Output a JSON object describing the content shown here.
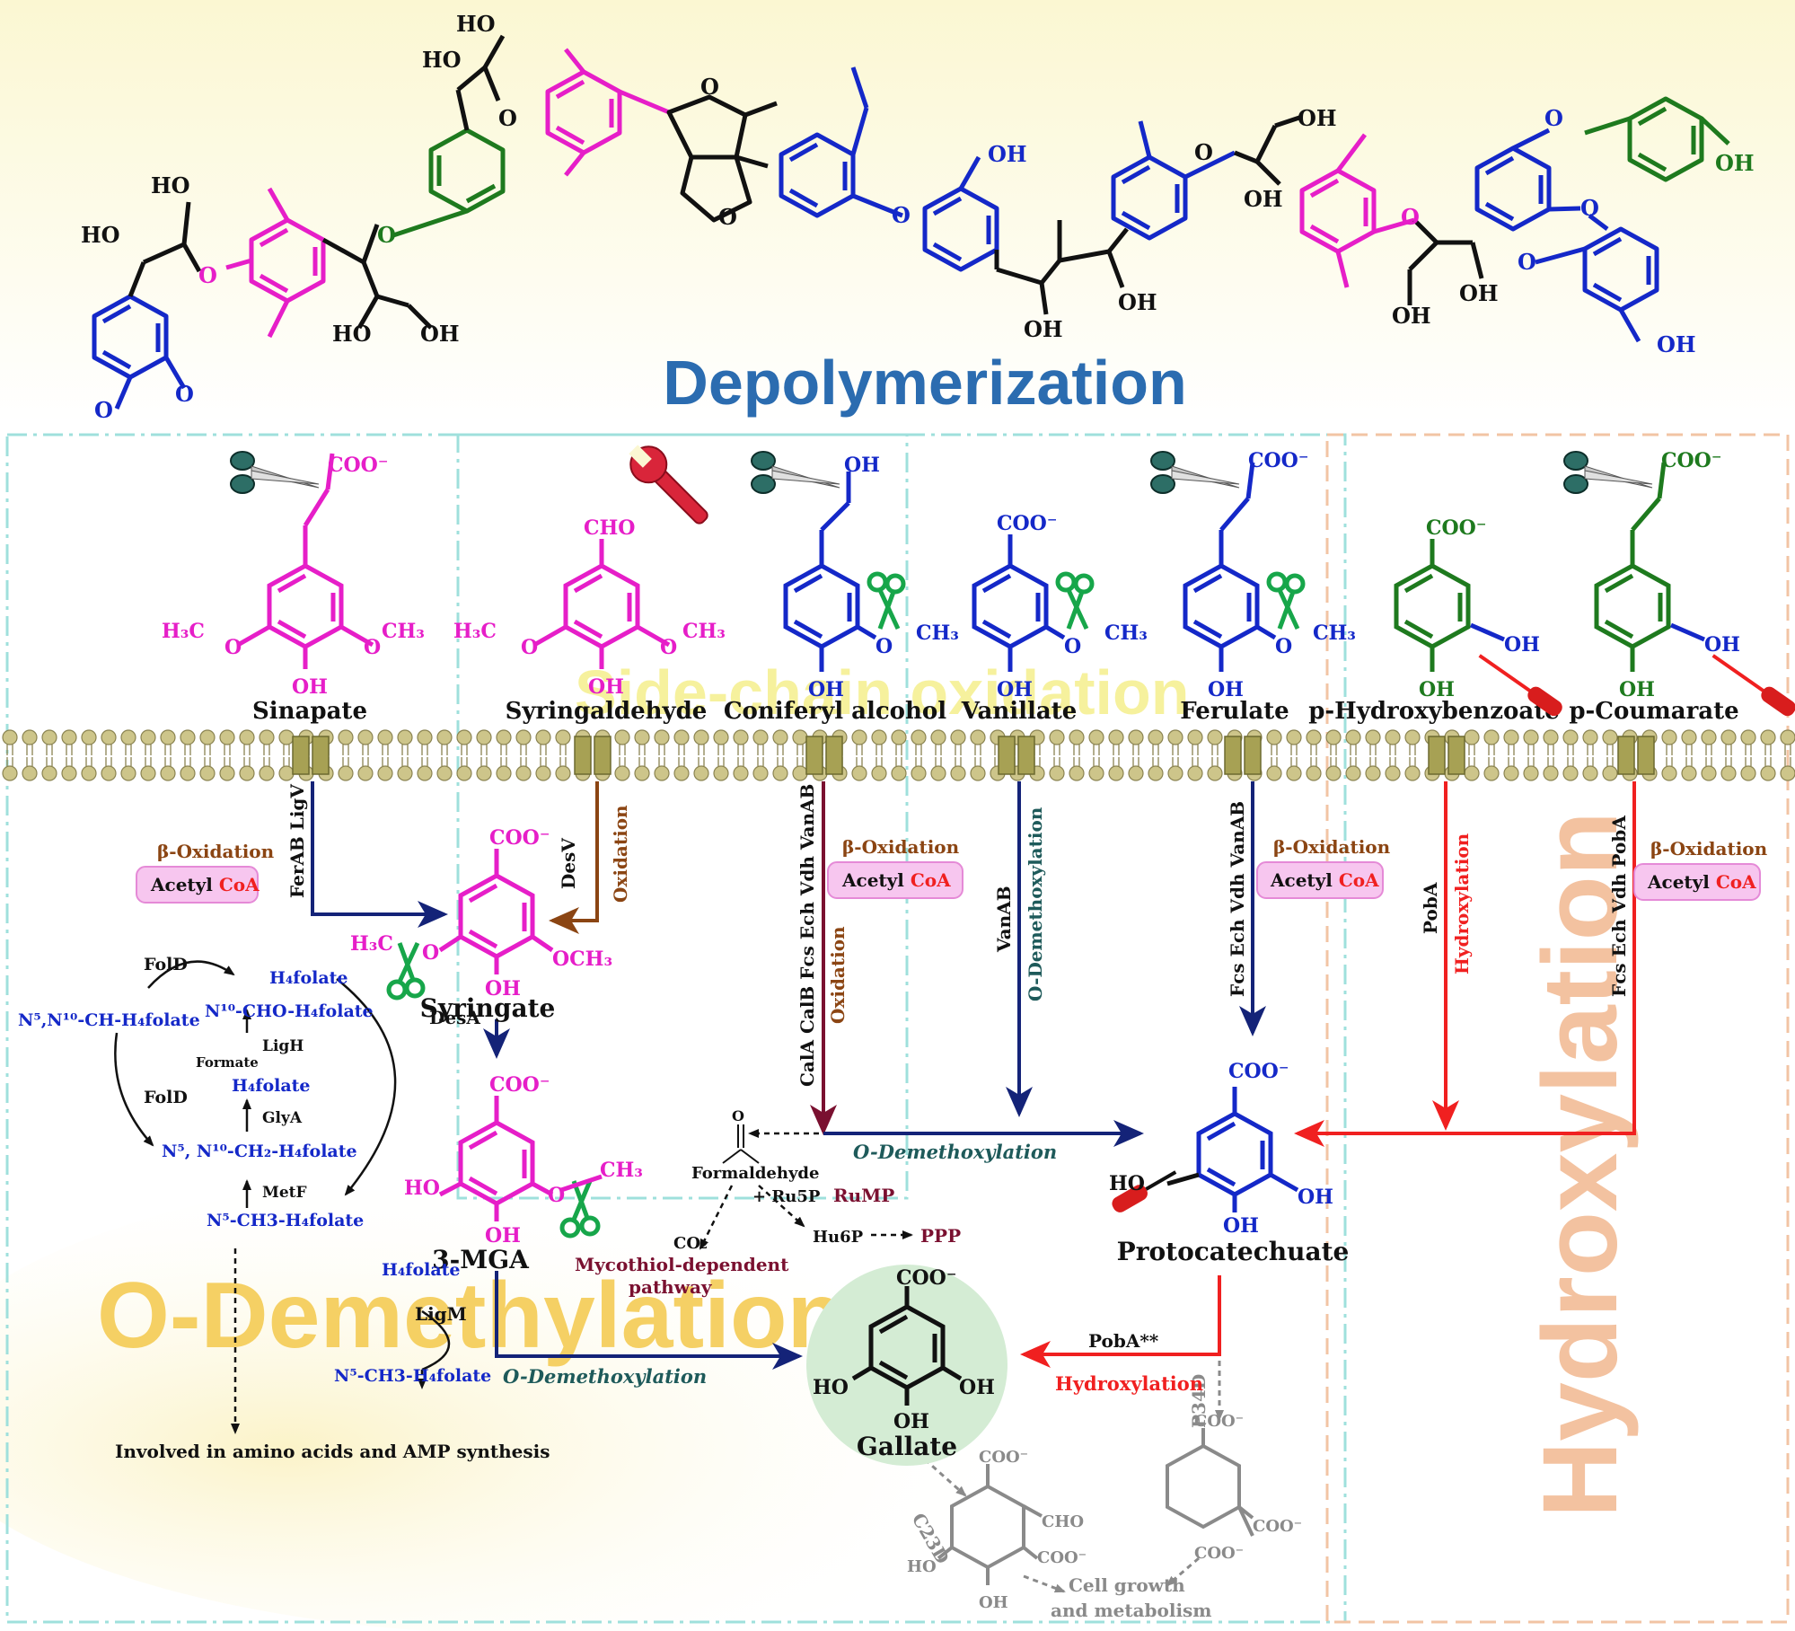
{
  "title": "Depolymerization",
  "sections": {
    "side_chain": "Side-chain oxidation",
    "o_demethylation": "O-Demethylation",
    "hydroxylation": "Hydroxylation"
  },
  "colors": {
    "syringyl": "#e61ec8",
    "guaiacyl": "#1428c8",
    "hydroxyphenyl": "#1e7a1e",
    "arrow_blue": "#142378",
    "arrow_red": "#f02020",
    "arrow_brown": "#8b4513",
    "arrow_maroon": "#7a1030",
    "gray": "#8a8a8a",
    "title_blue": "#2b6cb0"
  },
  "polymer_labels": {
    "ho": "HO",
    "oh": "OH",
    "o": "O"
  },
  "compounds": {
    "sinapate": "Sinapate",
    "syringaldehyde": "Syringaldehyde",
    "coniferyl_alcohol": "Coniferyl alcohol",
    "vanillate": "Vanillate",
    "ferulate": "Ferulate",
    "p_hydroxybenzoate": "p-Hydroxybenzoate",
    "p_coumarate": "p-Coumarate",
    "syringate": "Syringate",
    "mga": "3-MGA",
    "protocatechuate": "Protocatechuate",
    "gallate": "Gallate"
  },
  "groups": {
    "coo": "COO⁻",
    "oh": "OH",
    "ho": "HO",
    "cho": "CHO",
    "och3": "OCH₃",
    "ch3": "CH₃",
    "h3c": "H₃C",
    "o": "O",
    "h3co": "H₃C"
  },
  "enzymes": {
    "ferab_ligv": "FerAB LigV",
    "desv": "DesV",
    "oxidation": "Oxidation",
    "cala_chain": "CalA CalB Fcs Ech Vdh VanAB",
    "vanab": "VanAB",
    "o_demethoxylation": "O-Demethoxylation",
    "fcs_ech_vdh_vanab": "Fcs Ech Vdh VanAB",
    "poba": "PobA",
    "hydroxylation": "Hydroxylation",
    "fcs_ech_vdh_poba": "Fcs Ech Vdh PobA",
    "desa": "DesA",
    "ligm": "LigM",
    "poba_star": "PobA**",
    "p34d": "P34D",
    "c23d": "C23D"
  },
  "beta_ox": {
    "label": "β-Oxidation",
    "acetyl": "Acetyl ",
    "coa": "CoA"
  },
  "folate": {
    "fold1": "FolD",
    "fold2": "FolD",
    "h4folate_top": "H₄folate",
    "n10_cho": "N¹⁰-CHO-H₄folate",
    "n5n10_ch": "N⁵,N¹⁰-CH-H₄folate",
    "ligh": "LigH",
    "formate": "Formate",
    "h4folate_mid": "H₄folate",
    "glya": "GlyA",
    "n5n10_ch2": "N⁵, N¹⁰-CH₂-H₄folate",
    "metf": "MetF",
    "n5_ch3": "N⁵-CH3-H₄folate",
    "h4folate_lower": "H₄folate",
    "n5_ch3_lower": "N⁵-CH3-H₄folate",
    "involved": "Involved in amino acids and AMP synthesis"
  },
  "formaldehyde": {
    "label": "Formaldehyde",
    "ru5p": "+ Ru5P",
    "rump": "RuMP",
    "co2": "CO₂",
    "mycothiol": "Mycothiol-dependent",
    "pathway": "pathway",
    "hu6p": "Hu6P",
    "ppp": "PPP"
  },
  "flow_labels": {
    "o_demethoxylation_mid": "O-Demethoxylation",
    "o_demethoxylation_low": "O-Demethoxylation",
    "hydroxylation_low": "Hydroxylation",
    "cell_growth": "Cell growth",
    "metabolism": "and metabolism"
  }
}
